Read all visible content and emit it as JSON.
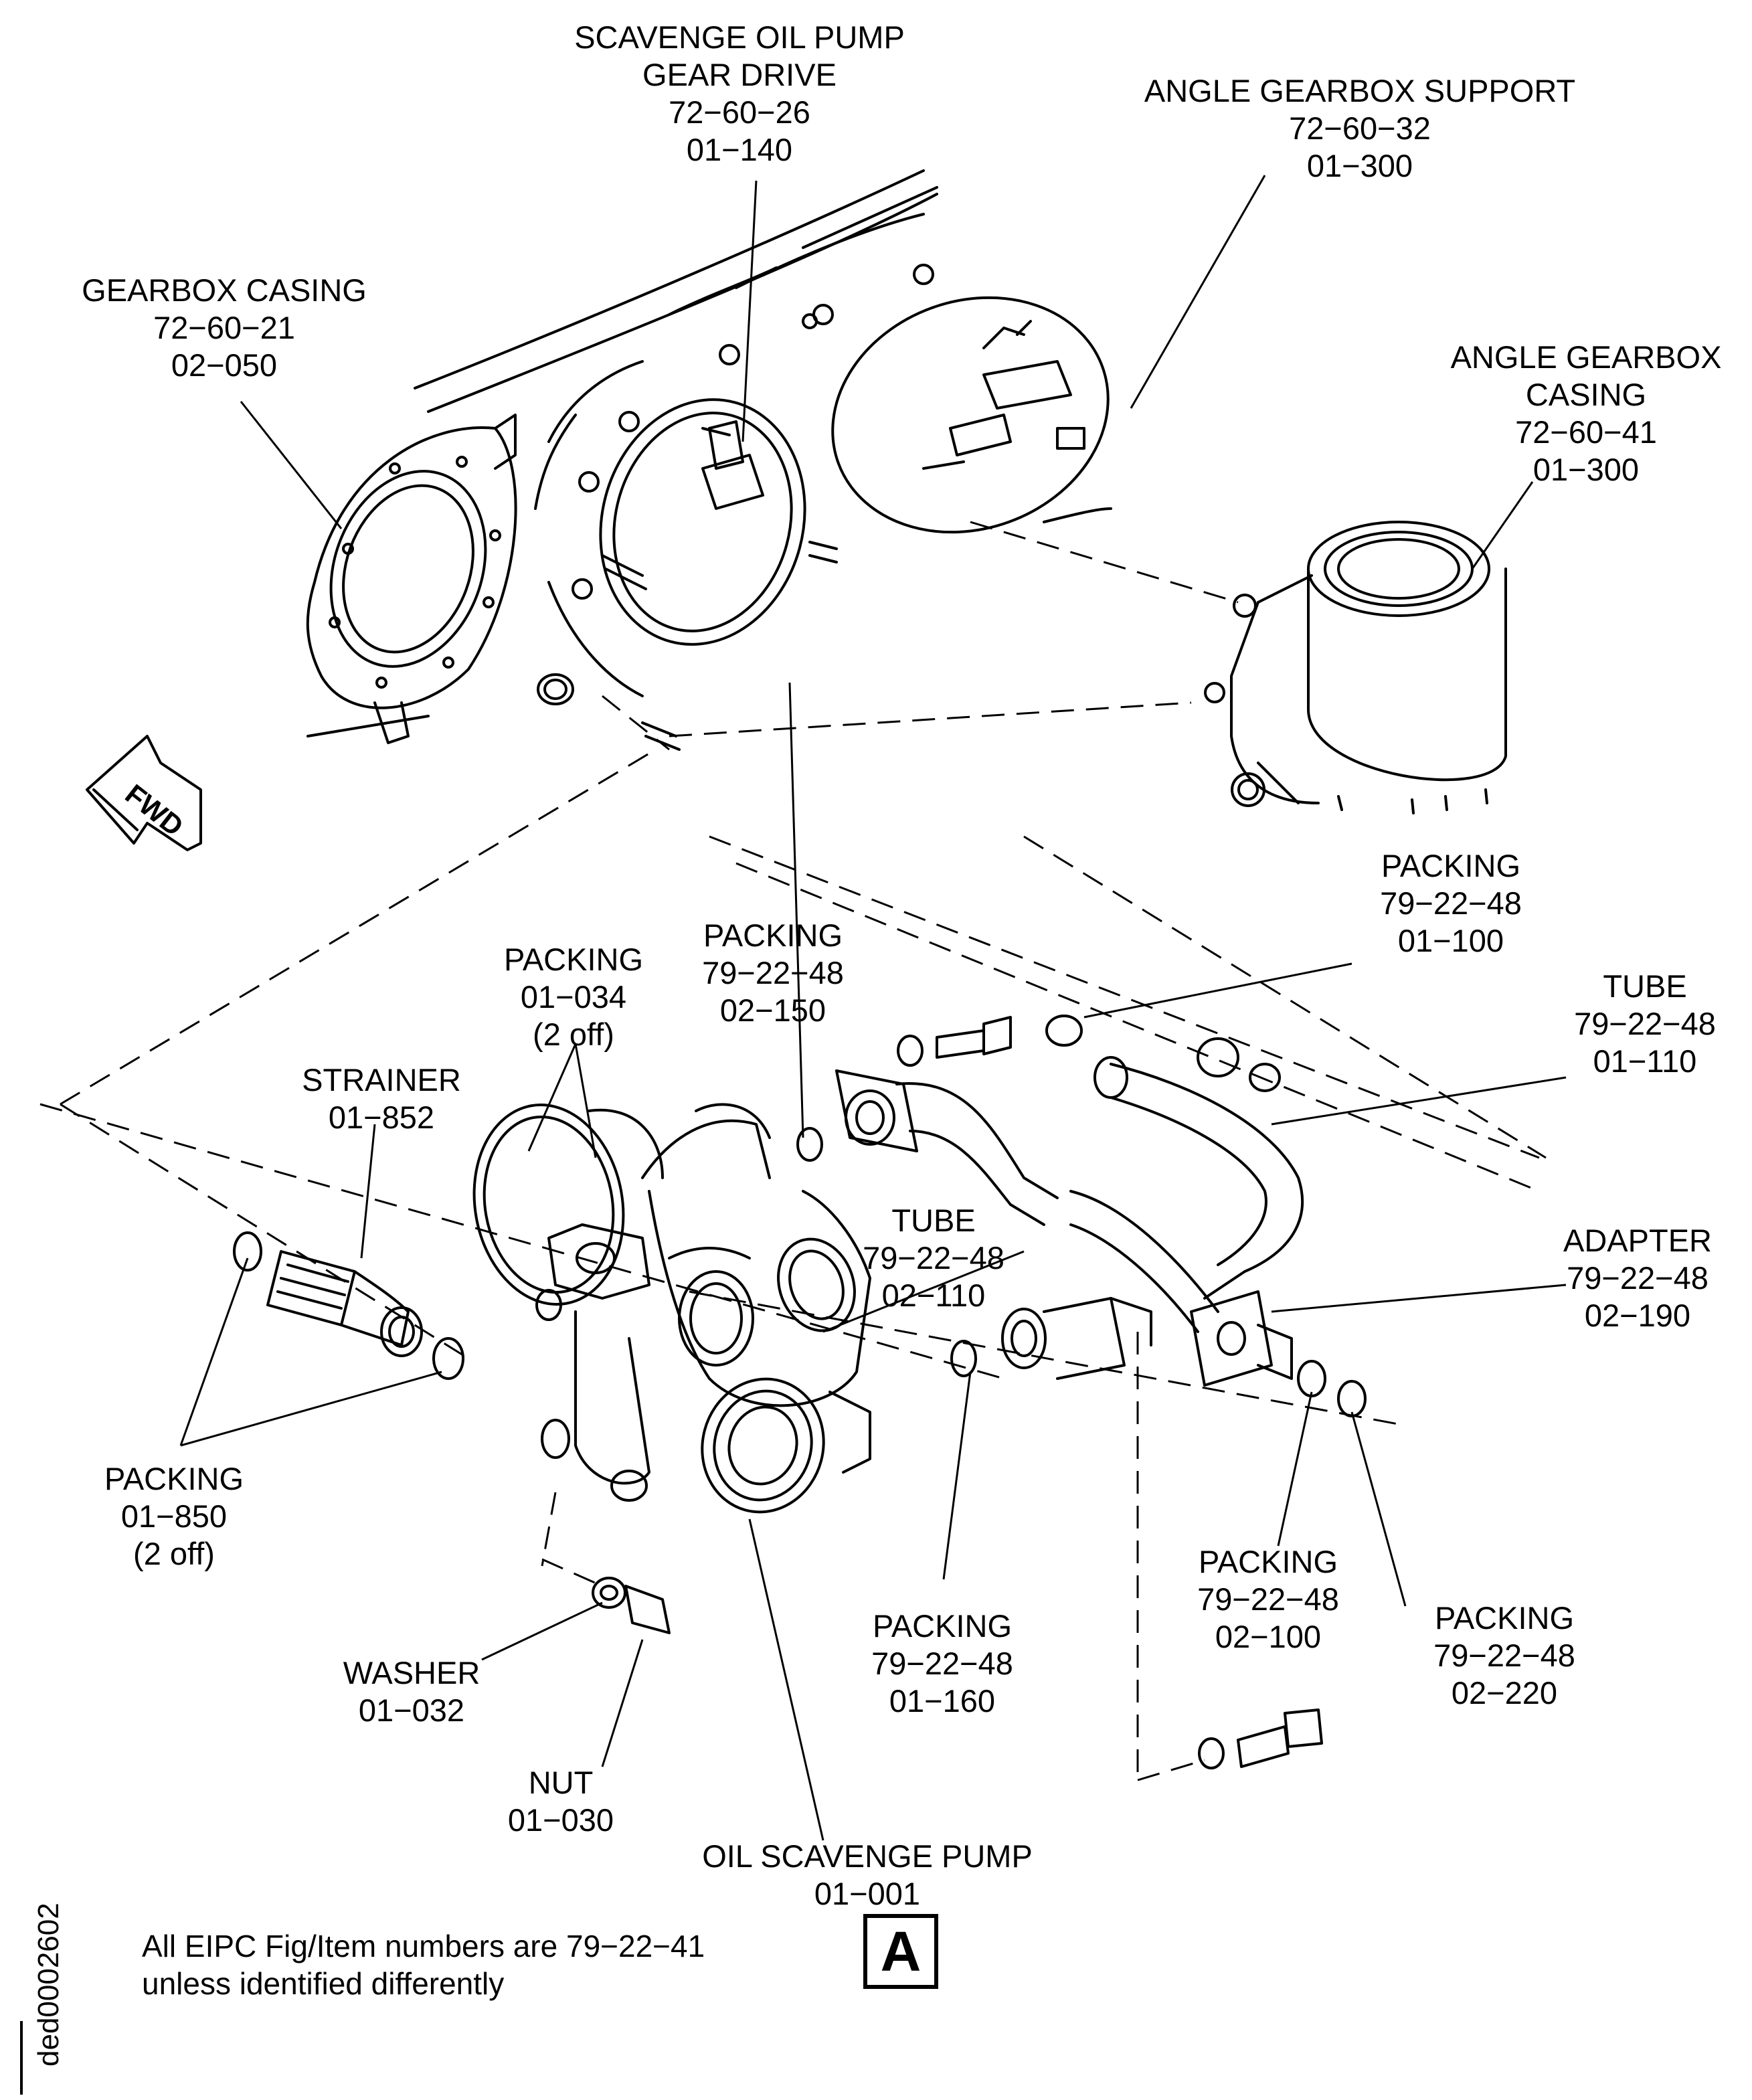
{
  "callouts": {
    "scavenge_gear_drive": {
      "name_line1": "SCAVENGE OIL PUMP",
      "name_line2": "GEAR DRIVE",
      "ref": "72−60−26",
      "item": "01−140"
    },
    "angle_gearbox_support": {
      "name": "ANGLE GEARBOX SUPPORT",
      "ref": "72−60−32",
      "item": "01−300"
    },
    "gearbox_casing": {
      "name": "GEARBOX CASING",
      "ref": "72−60−21",
      "item": "02−050"
    },
    "angle_gearbox_casing": {
      "name_line1": "ANGLE GEARBOX",
      "name_line2": "CASING",
      "ref": "72−60−41",
      "item": "01−300"
    },
    "packing_01_100": {
      "name": "PACKING",
      "ref": "79−22−48",
      "item": "01−100"
    },
    "packing_02_150": {
      "name": "PACKING",
      "ref": "79−22−48",
      "item": "02−150"
    },
    "packing_01_034": {
      "name": "PACKING",
      "item": "01−034",
      "qty": "(2 off)"
    },
    "tube_01_110": {
      "name": "TUBE",
      "ref": "79−22−48",
      "item": "01−110"
    },
    "strainer": {
      "name": "STRAINER",
      "item": "01−852"
    },
    "tube_02_110": {
      "name": "TUBE",
      "ref": "79−22−48",
      "item": "02−110"
    },
    "adapter": {
      "name": "ADAPTER",
      "ref": "79−22−48",
      "item": "02−190"
    },
    "packing_01_850": {
      "name": "PACKING",
      "item": "01−850",
      "qty": "(2 off)"
    },
    "packing_02_100": {
      "name": "PACKING",
      "ref": "79−22−48",
      "item": "02−100"
    },
    "packing_02_220": {
      "name": "PACKING",
      "ref": "79−22−48",
      "item": "02−220"
    },
    "packing_01_160": {
      "name": "PACKING",
      "ref": "79−22−48",
      "item": "01−160"
    },
    "washer": {
      "name": "WASHER",
      "item": "01−032"
    },
    "nut": {
      "name": "NUT",
      "item": "01−030"
    },
    "oil_scavenge_pump": {
      "name": "OIL SCAVENGE PUMP",
      "item": "01−001"
    }
  },
  "fwd_arrow": {
    "label": "FWD",
    "icon": "forward-arrow-icon"
  },
  "footer": {
    "note_line1": "All EIPC Fig/Item numbers are 79−22−41",
    "note_line2": "unless identified differently",
    "view_letter": "A",
    "drawing_ref": "ded0002602"
  }
}
